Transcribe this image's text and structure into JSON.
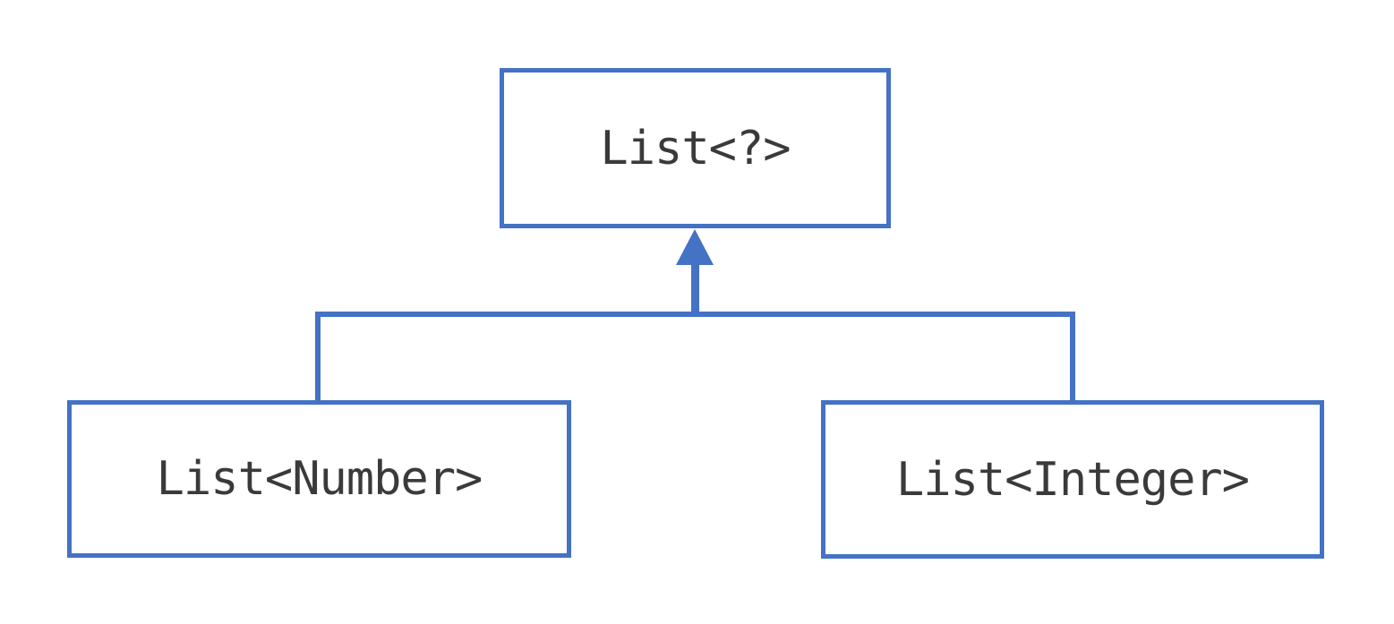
{
  "diagram": {
    "title": "generic-type-hierarchy",
    "type": "hierarchy",
    "nodes": [
      {
        "id": "parent",
        "label": "List<?>"
      },
      {
        "id": "child_left",
        "label": "List<Number>"
      },
      {
        "id": "child_right",
        "label": "List<Integer>"
      }
    ],
    "edges": [
      {
        "from": "child_left",
        "to": "parent",
        "style": "elbow",
        "arrowhead": "filled-triangle-up"
      },
      {
        "from": "child_right",
        "to": "parent",
        "style": "elbow",
        "arrowhead": "filled-triangle-up"
      }
    ]
  },
  "colors": {
    "accent": "#4472C4",
    "text": "#3A3A3A",
    "background": "#FFFFFF"
  }
}
